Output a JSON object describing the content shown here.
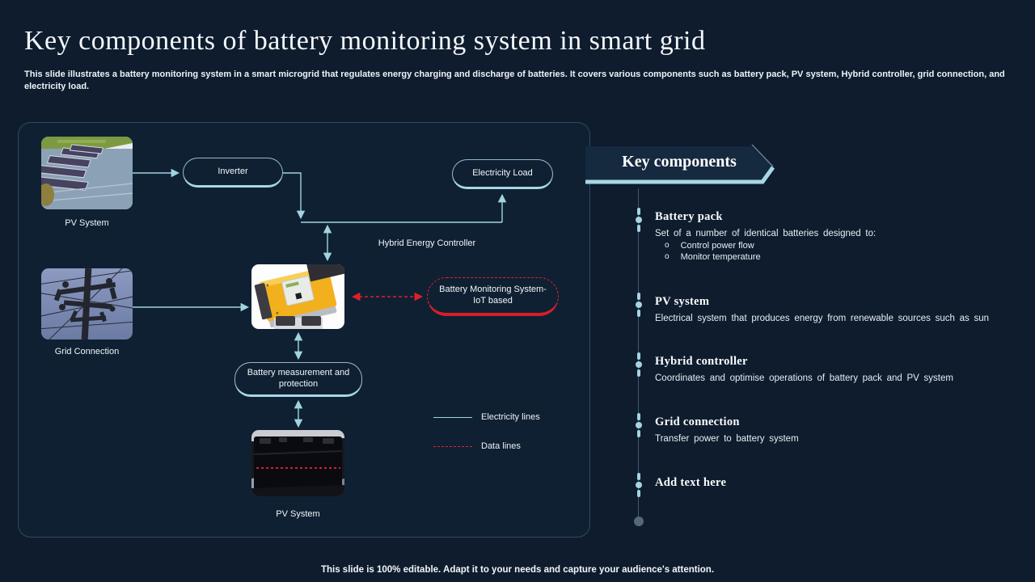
{
  "slide": {
    "title": "Key components of battery monitoring system in smart grid",
    "description": "This slide illustrates a battery monitoring system in a smart microgrid that regulates energy charging and discharge of batteries. It covers various components such as battery pack, PV system, Hybrid controller, grid connection, and electricity load.",
    "footer": "This slide is 100% editable. Adapt it to your needs and capture your audience's attention."
  },
  "diagram": {
    "pv_system_top_label": "PV System",
    "inverter_label": "Inverter",
    "electricity_load_label": "Electricity Load",
    "hybrid_energy_controller_label": "Hybrid Energy Controller",
    "grid_connection_label": "Grid Connection",
    "battery_monitoring_label": "Battery Monitoring System-IoT based",
    "battery_measurement_label": "Battery measurement and protection",
    "pv_system_bottom_label": "PV System",
    "legend": {
      "electricity": "Electricity lines",
      "data": "Data lines"
    }
  },
  "key_components": {
    "header": "Key components",
    "items": [
      {
        "title": "Battery pack",
        "body": "Set of a number of identical batteries designed to:",
        "bullets": [
          "Control power flow",
          "Monitor temperature"
        ]
      },
      {
        "title": "PV system",
        "body": "Electrical system that produces energy from renewable sources such as sun"
      },
      {
        "title": "Hybrid controller",
        "body": "Coordinates and optimise operations of battery pack and PV system"
      },
      {
        "title": "Grid connection",
        "body": "Transfer power to battery system"
      },
      {
        "title": "Add text here",
        "body": ""
      }
    ]
  },
  "colors": {
    "background": "#0e1c2e",
    "panel": "#15293f",
    "accent_light_blue": "#a9d6e5",
    "connector_blue": "#9fd4e0",
    "data_red": "#e02028",
    "text": "#ffffff"
  }
}
